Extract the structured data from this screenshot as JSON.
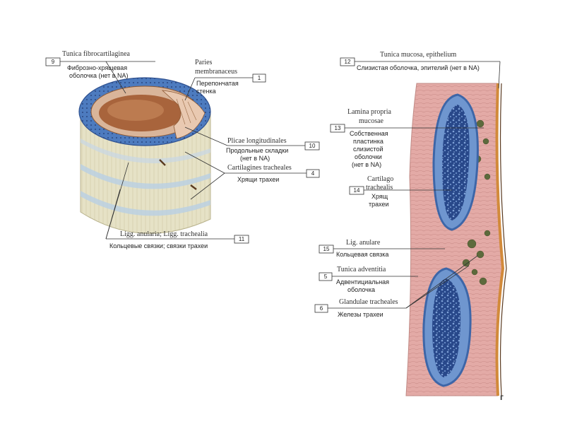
{
  "labels": {
    "l9": {
      "num": "9",
      "latin": "Tunica fibrocartilaginea",
      "ru1": "Фиброзно-хрящевая",
      "ru2": "оболочка (нет в NA)"
    },
    "l1": {
      "num": "1",
      "latin1": "Paries",
      "latin2": "membranaceus",
      "ru1": "Перепончатая",
      "ru2": "стенка"
    },
    "l10": {
      "num": "10",
      "latin": "Plicae longitudinales",
      "ru1": "Продольные складки",
      "ru2": "(нет в NA)"
    },
    "l4": {
      "num": "4",
      "latin": "Cartilagines tracheales",
      "ru1": "Хрящи трахеи"
    },
    "l11": {
      "num": "11",
      "latin": "Ligg. anularia; Ligg. trachealia",
      "ru1": "Кольцевые связки; связки трахеи"
    },
    "l12": {
      "num": "12",
      "latin": "Tunica mucosa, epithelium",
      "ru1": "Слизистая оболочка, эпителий (нет в NA)"
    },
    "l13": {
      "num": "13",
      "latin1": "Lamina propria",
      "latin2": "mucosae",
      "ru1": "Собственная",
      "ru2": "пластинка",
      "ru3": "слизистой",
      "ru4": "оболочки",
      "ru5": "(нет в NA)"
    },
    "l14": {
      "num": "14",
      "latin1": "Cartilago",
      "latin2": "trachealis",
      "ru1": "Хрящ",
      "ru2": "трахеи"
    },
    "l15": {
      "num": "15",
      "latin": "Lig. anulare",
      "ru1": "Кольцевая связка"
    },
    "l5": {
      "num": "5",
      "latin": "Tunica adventitia",
      "ru1": "Адвентициальная",
      "ru2": "оболочка"
    },
    "l6": {
      "num": "6",
      "latin": "Glandulae tracheales",
      "ru1": "Железы трахеи"
    }
  },
  "panel_letter": "г",
  "colors": {
    "cartilage_blue": "#3f6fb0",
    "cartilage_dark": "#1e3a74",
    "mucosa_pink": "#e3aaa6",
    "lumen_brown": "#a8643c",
    "trachea_cream": "#e6e2c6",
    "epithelium_orange": "#d28a3a"
  }
}
